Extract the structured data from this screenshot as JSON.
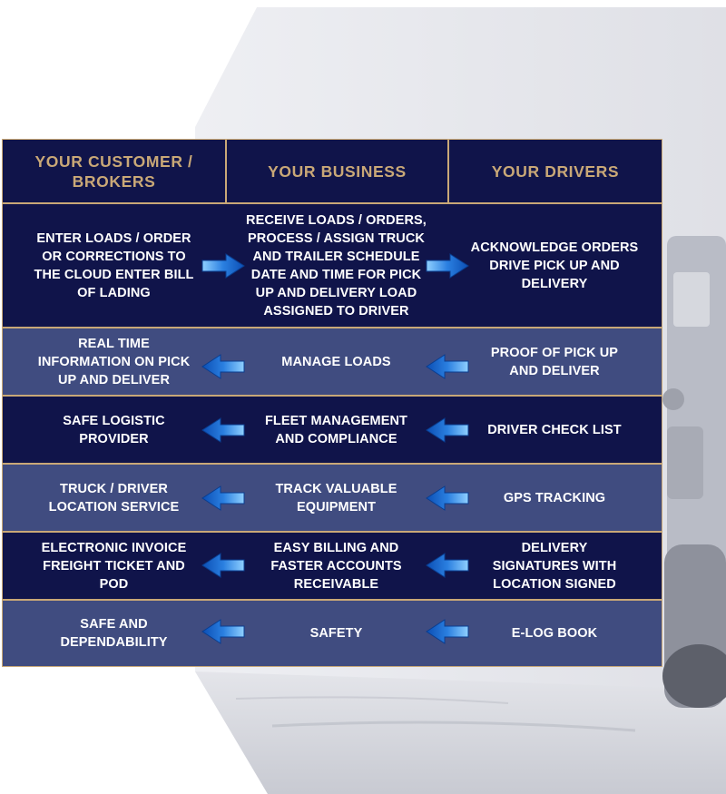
{
  "colors": {
    "accent_gold": "#c9a877",
    "dark_row": "#10144a",
    "light_row": "#404c80",
    "arrow_blue": "#2a7fe0"
  },
  "header": {
    "col1": "YOUR CUSTOMER / BROKERS",
    "col2": "YOUR BUSINESS",
    "col3": "YOUR DRIVERS"
  },
  "rows": [
    {
      "customer": "ENTER LOADS / ORDER OR CORRECTIONS TO THE CLOUD ENTER BILL OF LADING",
      "business": "RECEIVE LOADS / ORDERS, PROCESS / ASSIGN TRUCK AND TRAILER SCHEDULE DATE AND TIME FOR PICK UP AND DELIVERY LOAD ASSIGNED TO DRIVER",
      "drivers": "ACKNOWLEDGE ORDERS DRIVE PICK UP AND DELIVERY",
      "arrow_direction": "right"
    },
    {
      "customer": "REAL TIME INFORMATION ON PICK UP AND DELIVER",
      "business": "MANAGE LOADS",
      "drivers": "PROOF OF PICK UP AND DELIVER",
      "arrow_direction": "left"
    },
    {
      "customer": "SAFE LOGISTIC PROVIDER",
      "business": "FLEET MANAGEMENT AND COMPLIANCE",
      "drivers": "DRIVER CHECK LIST",
      "arrow_direction": "left"
    },
    {
      "customer": "TRUCK / DRIVER LOCATION SERVICE",
      "business": "TRACK VALUABLE EQUIPMENT",
      "drivers": "GPS TRACKING",
      "arrow_direction": "left"
    },
    {
      "customer": "ELECTRONIC INVOICE FREIGHT TICKET AND POD",
      "business": "EASY BILLING AND FASTER ACCOUNTS RECEIVABLE",
      "drivers": "DELIVERY SIGNATURES WITH LOCATION SIGNED",
      "arrow_direction": "left"
    },
    {
      "customer": "SAFE AND DEPENDABILITY",
      "business": "SAFETY",
      "drivers": "E-LOG BOOK",
      "arrow_direction": "left"
    }
  ]
}
